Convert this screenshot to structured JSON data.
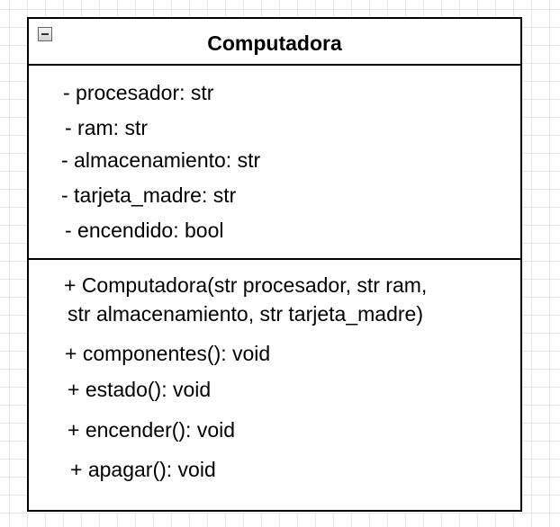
{
  "class": {
    "name": "Computadora",
    "attributes": [
      "- procesador: str",
      "- ram: str",
      "- almacenamiento: str",
      "- tarjeta_madre: str",
      "- encendido: bool"
    ],
    "methods": [
      "+ Computadora(str procesador, str ram,",
      "str almacenamiento, str tarjeta_madre)",
      "+ componentes(): void",
      "+ estado(): void",
      "+ encender(): void",
      "+ apagar(): void"
    ]
  },
  "icons": {
    "collapse": "collapse-minus-icon"
  }
}
